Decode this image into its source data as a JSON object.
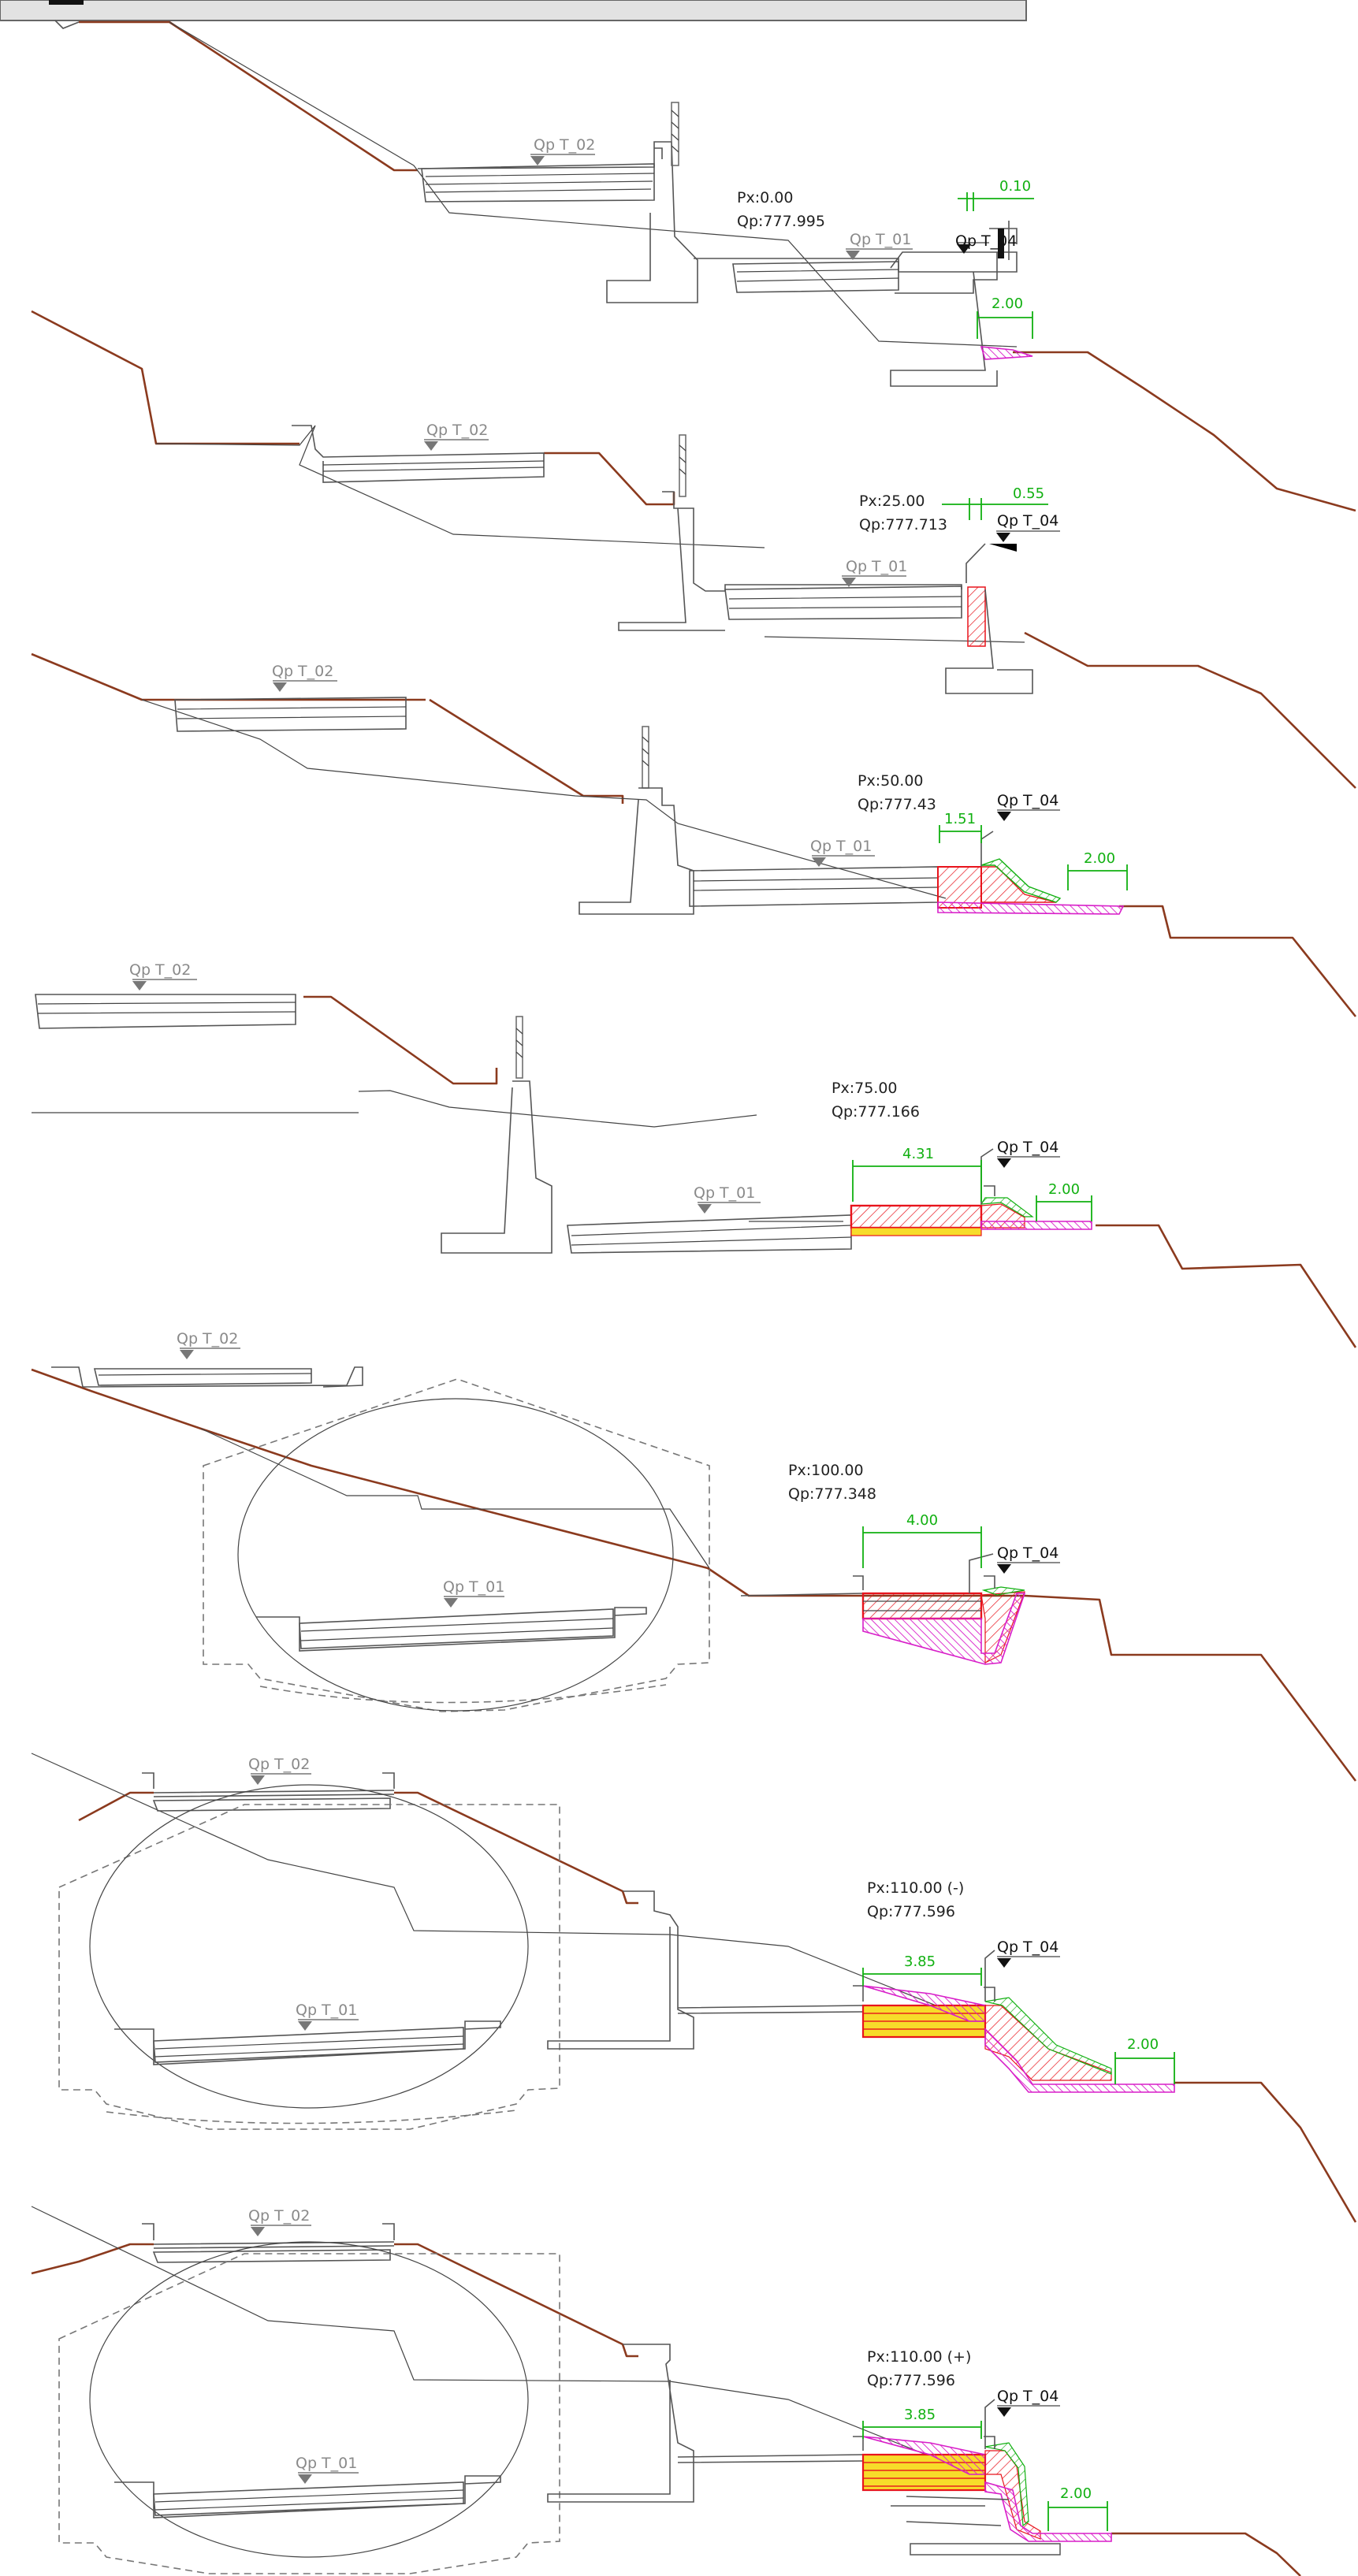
{
  "colors": {
    "ground": "#8b3a1e",
    "dimension": "#11b011",
    "red": "#e8141c",
    "magenta": "#d81fc9",
    "yellow": "#f2d21a",
    "structure": "#555555"
  },
  "sections": [
    {
      "station": "Px:0.00",
      "level": "Qp:777.995",
      "road_upper": "Qp T_02",
      "road_lower": "Qp T_01",
      "edge": "Qp T_04",
      "dims": [
        "0.10",
        "2.00"
      ]
    },
    {
      "station": "Px:25.00",
      "level": "Qp:777.713",
      "road_upper": "Qp T_02",
      "road_lower": "Qp T_01",
      "edge": "Qp T_04",
      "dims": [
        "0.55"
      ]
    },
    {
      "station": "Px:50.00",
      "level": "Qp:777.43",
      "road_upper": "Qp T_02",
      "road_lower": "Qp T_01",
      "edge": "Qp T_04",
      "dims": [
        "1.51",
        "2.00"
      ]
    },
    {
      "station": "Px:75.00",
      "level": "Qp:777.166",
      "road_upper": "Qp T_02",
      "road_lower": "Qp T_01",
      "edge": "Qp T_04",
      "dims": [
        "4.31",
        "2.00"
      ]
    },
    {
      "station": "Px:100.00",
      "level": "Qp:777.348",
      "road_upper": "Qp T_02",
      "road_lower": "Qp T_01",
      "edge": "Qp T_04",
      "dims": [
        "4.00"
      ]
    },
    {
      "station": "Px:110.00 (-)",
      "level": "Qp:777.596",
      "road_upper": "Qp T_02",
      "road_lower": "Qp T_01",
      "edge": "Qp T_04",
      "dims": [
        "3.85",
        "2.00"
      ]
    },
    {
      "station": "Px:110.00 (+)",
      "level": "Qp:777.596",
      "road_upper": "Qp T_02",
      "road_lower": "Qp T_01",
      "edge": "Qp T_04",
      "dims": [
        "3.85",
        "2.00"
      ]
    }
  ]
}
